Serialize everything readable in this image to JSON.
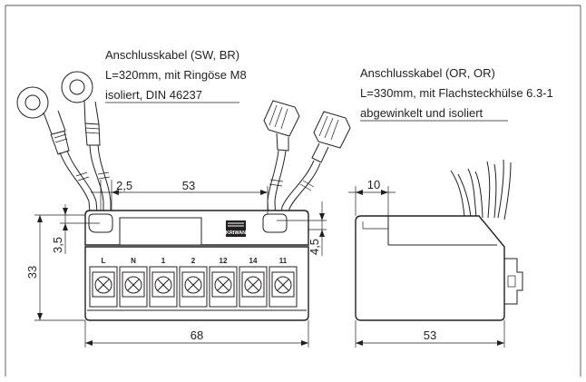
{
  "labels": {
    "left_cable": {
      "line1": "Anschlusskabel (SW, BR)",
      "line2": "L=320mm, mit Ringöse M8",
      "line3": "isoliert, DIN 46237"
    },
    "right_cable": {
      "line1": "Anschlusskabel (OR, OR)",
      "line2": "L=330mm, mit Flachsteckhülse 6.3-1",
      "line3": "abgewinkelt und isoliert"
    }
  },
  "dimensions": {
    "hole_offset": "2,5",
    "hole_spacing": "53",
    "left_hole_height": "3,5",
    "right_hole_height": "4,5",
    "height": "33",
    "width": "68",
    "side_depth_top": "10",
    "side_depth": "53"
  },
  "terminals": [
    "L",
    "N",
    "1",
    "2",
    "12",
    "14",
    "11"
  ],
  "brand": "KRIWAN"
}
